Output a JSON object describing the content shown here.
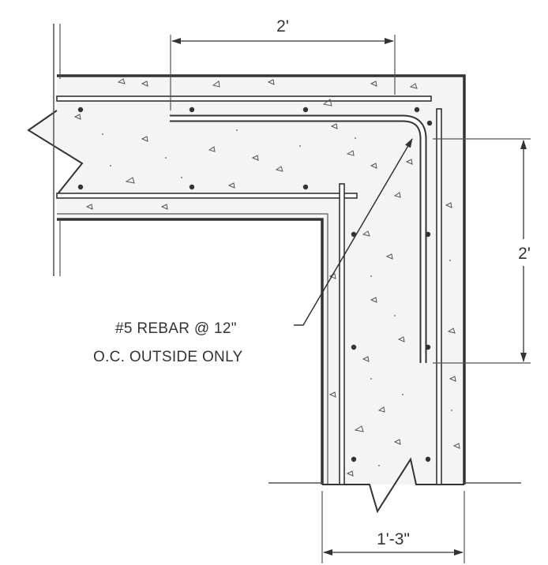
{
  "dimensions": {
    "top_width": "2'",
    "right_height": "2'",
    "bottom_width": "1'-3\""
  },
  "note": {
    "line1": "#5 REBAR @ 12\"",
    "line2": "O.C. OUTSIDE ONLY"
  },
  "colors": {
    "ink": "#333333",
    "concrete_fill": "#f4f4f4"
  }
}
